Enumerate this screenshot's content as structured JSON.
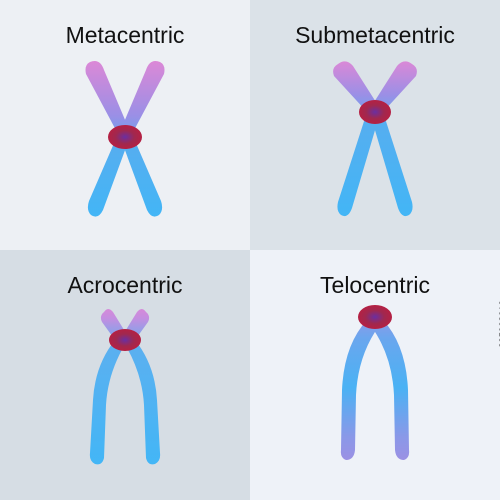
{
  "panels": [
    {
      "title": "Metacentric"
    },
    {
      "title": "Submetacentric"
    },
    {
      "title": "Acrocentric"
    },
    {
      "title": "Telocentric"
    }
  ],
  "stock_id": "235908019",
  "colors": {
    "arm_blue": "#48b4f2",
    "arm_pink": "#d88ad8",
    "centromere": "#b22246",
    "centromere_inner": "#6c2f9a"
  }
}
